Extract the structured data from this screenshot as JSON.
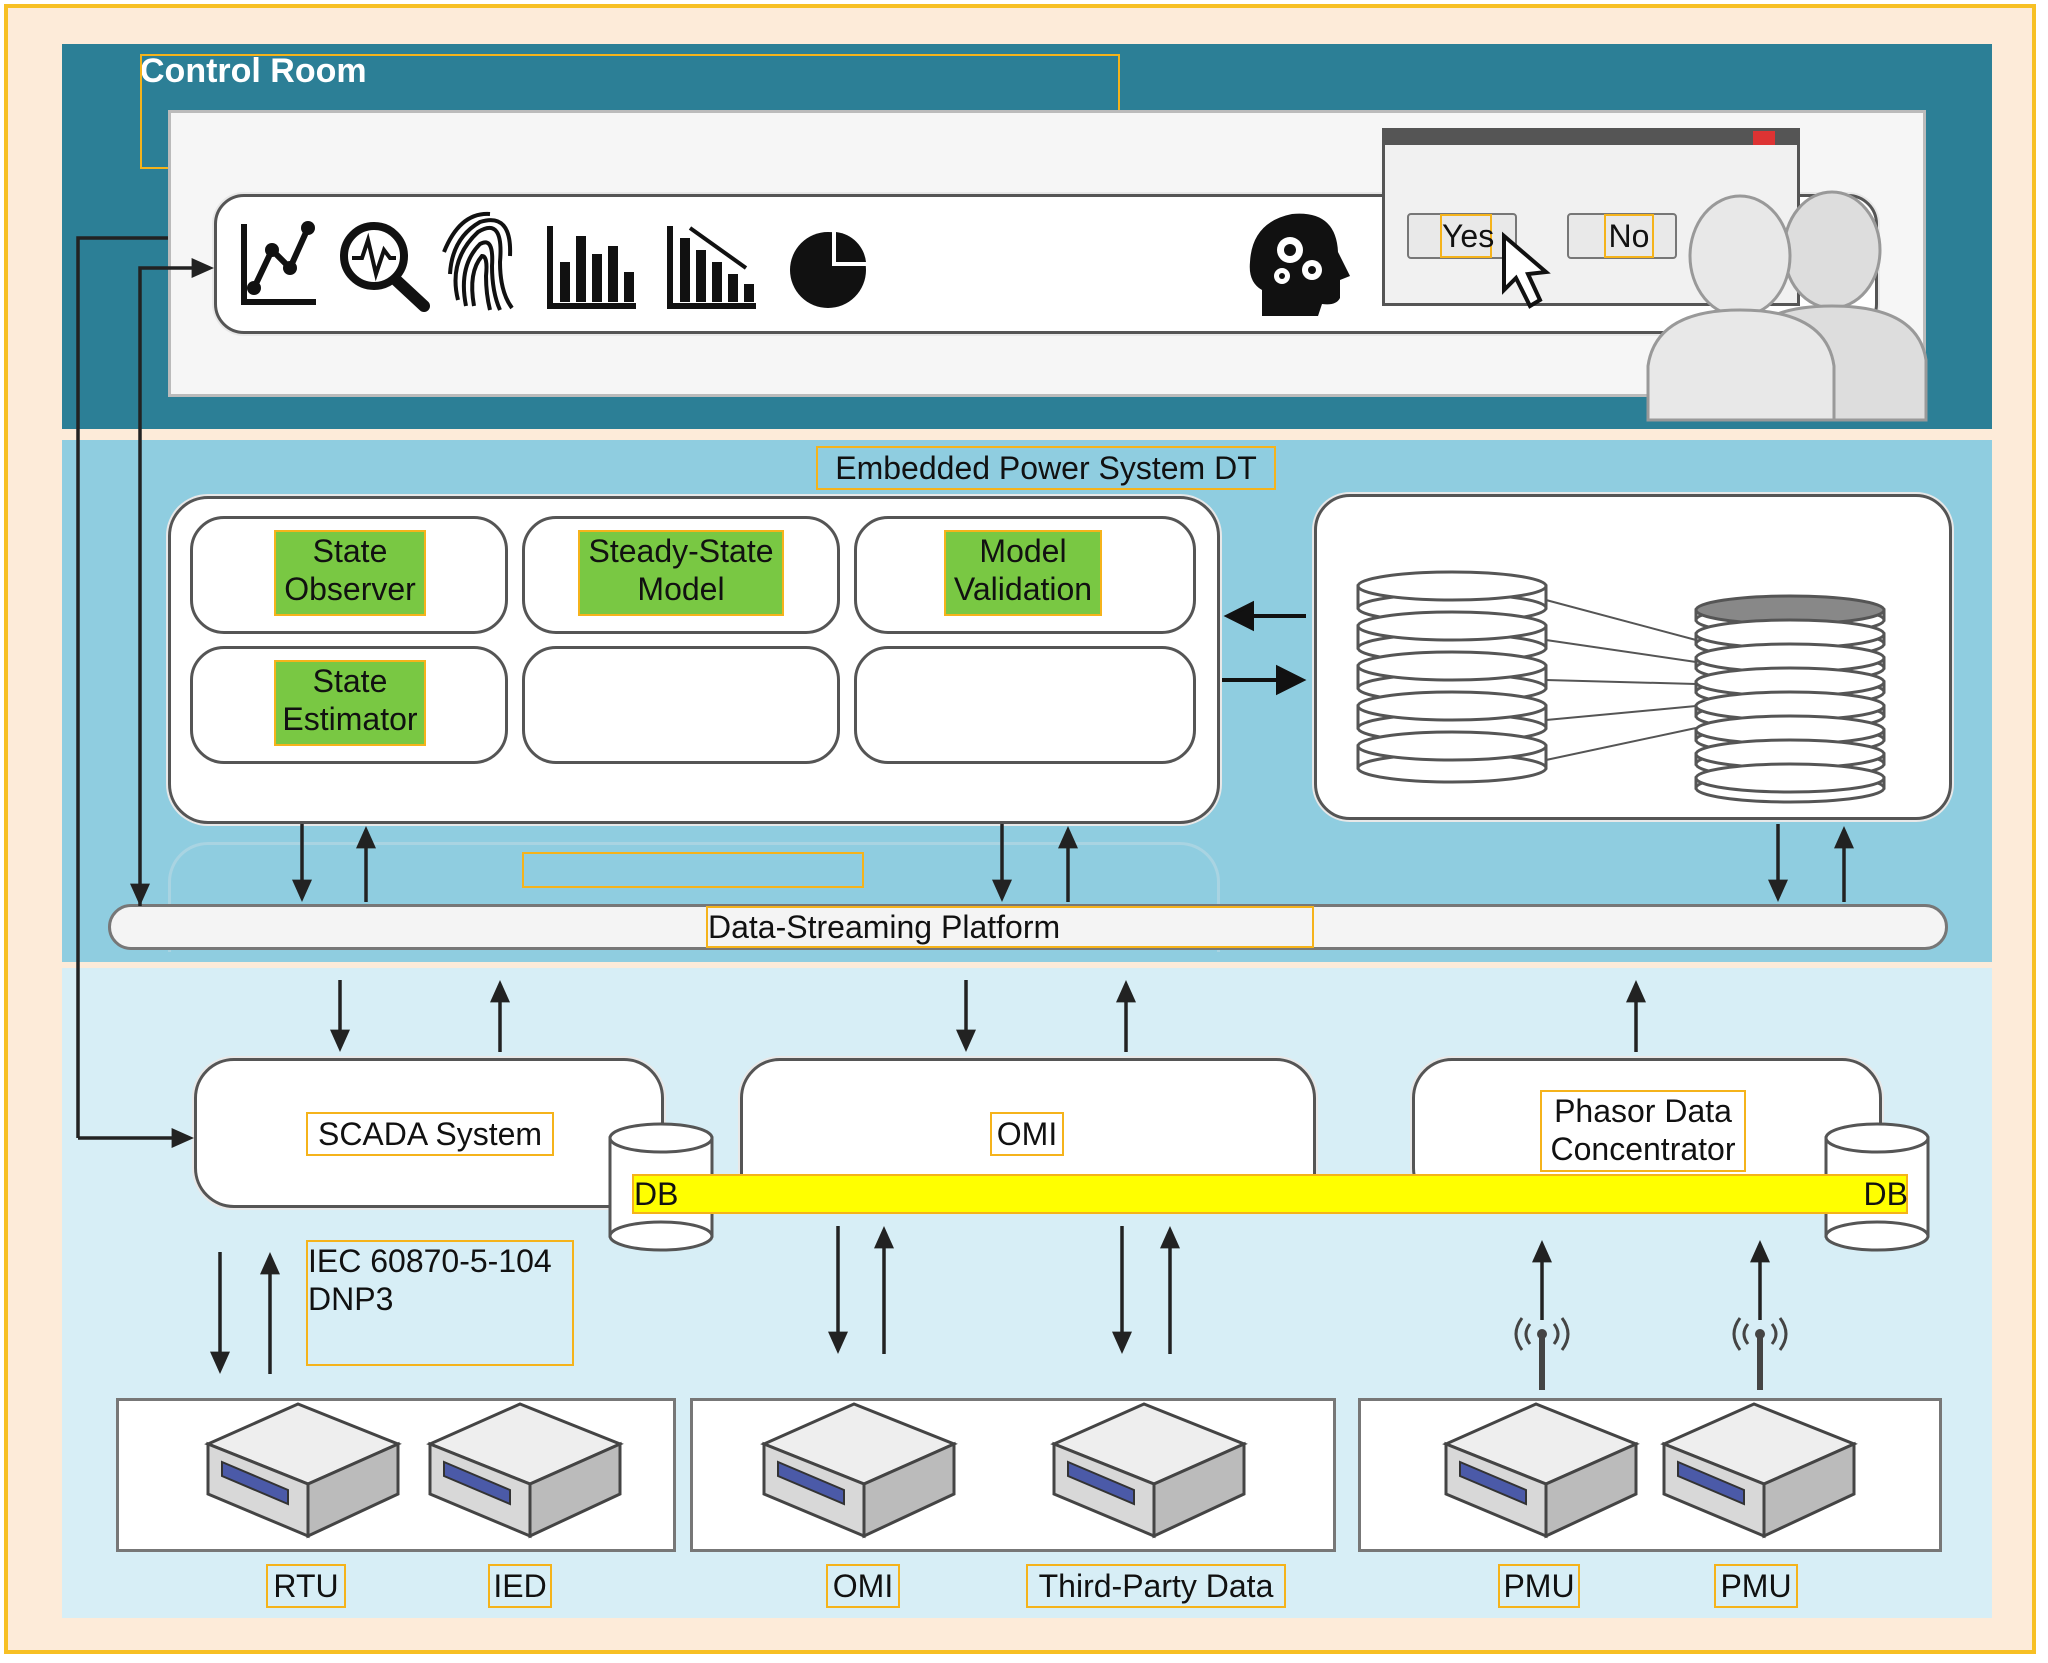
{
  "control_room": {
    "title": "Control Room",
    "dialog": {
      "yes_label": "Yes",
      "no_label": "No"
    }
  },
  "dt": {
    "title": "Embedded Power System DT",
    "modules": {
      "state_observer": "State\nObserver",
      "steady_state_model": "Steady-State\nModel",
      "model_validation": "Model\nValidation",
      "state_estimator": "State\nEstimator"
    },
    "platform_label": "Data-Streaming Platform"
  },
  "systems": {
    "scada": "SCADA System",
    "omi": "OMI",
    "pdc": "Phasor Data\nConcentrator",
    "db_left": "DB",
    "db_right": "DB",
    "protocol": "IEC 60870-5-104\nDNP3"
  },
  "devices": {
    "rtu": "RTU",
    "ied": "IED",
    "omi": "OMI",
    "third_party": "Third-Party Data",
    "pmu_1": "PMU",
    "pmu_2": "PMU"
  },
  "colors": {
    "frame": "#f7c024",
    "band_top": "#2c7f96",
    "band_mid": "#8fcde0",
    "band_low": "#d7eef6",
    "highlight_green": "#79c843",
    "db_bus": "#ffff00",
    "outline_orange": "#f5b31b"
  },
  "icons": [
    "line-chart-icon",
    "search-waveform-icon",
    "fingerprint-icon",
    "bar-chart-icon",
    "declining-bar-chart-icon",
    "pie-chart-icon",
    "head-gears-icon",
    "cursor-icon",
    "users-icon",
    "database-icon",
    "antenna-icon",
    "server-device-icon"
  ]
}
